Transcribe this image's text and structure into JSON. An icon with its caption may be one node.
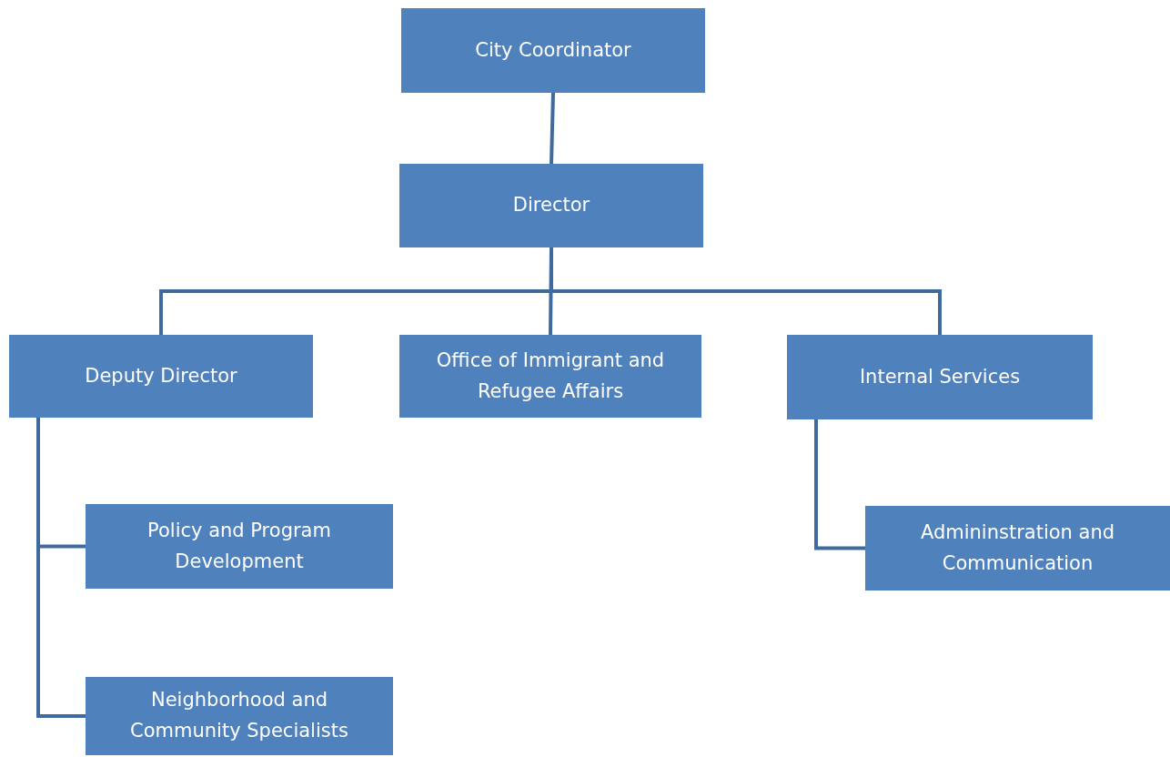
{
  "diagram": {
    "nodes": [
      {
        "text": [
          "City Coordinator"
        ]
      },
      {
        "text": [
          "Director"
        ]
      },
      {
        "text": [
          "Deputy Director"
        ]
      },
      {
        "text": [
          "Office of Immigrant and Refugee Affairs"
        ]
      },
      {
        "text": [
          "Internal Services"
        ]
      },
      {
        "text": [
          "Policy and Program Development"
        ]
      },
      {
        "text": [
          "Neighborhood and Community Specialists"
        ]
      },
      {
        "text": [
          "Admininstration and Communication"
        ]
      }
    ],
    "edges": [
      {
        "from": 0,
        "to": 1,
        "arrow": "none"
      },
      {
        "from": 1,
        "to": 2,
        "arrow": "none"
      },
      {
        "from": 1,
        "to": 3,
        "arrow": "none"
      },
      {
        "from": 1,
        "to": 4,
        "arrow": "none"
      },
      {
        "from": 2,
        "to": 5,
        "arrow": "none"
      },
      {
        "from": 2,
        "to": 6,
        "arrow": "none"
      },
      {
        "from": 4,
        "to": 7,
        "arrow": "none"
      }
    ]
  }
}
